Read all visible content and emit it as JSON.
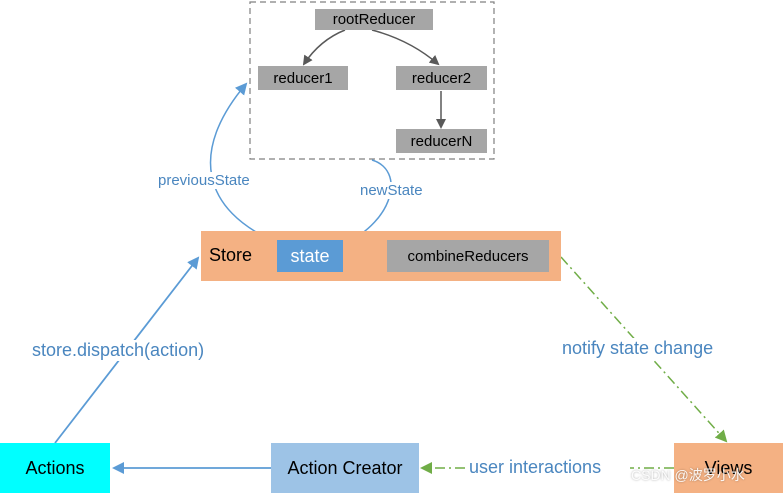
{
  "reducers": {
    "root": "rootReducer",
    "r1": "reducer1",
    "r2": "reducer2",
    "rn": "reducerN"
  },
  "store": {
    "label": "Store",
    "state": "state",
    "combine": "combineReducers"
  },
  "nodes": {
    "actions": "Actions",
    "action_creator": "Action Creator",
    "views": "Views"
  },
  "edges": {
    "previous_state": "previousState",
    "new_state": "newState",
    "dispatch": "store.dispatch(action)",
    "notify": "notify state change",
    "user_interactions": "user interactions"
  },
  "watermark": "CSDN @波罗小水",
  "colors": {
    "gray_box": "#A6A6A6",
    "store_orange": "#F4B183",
    "state_blue": "#5B9BD5",
    "actions_cyan": "#00FFFF",
    "creator_blue": "#9DC3E6",
    "arrow_blue": "#5B9BD5",
    "arrow_green": "#70AD47",
    "arrow_gray": "#595959"
  }
}
